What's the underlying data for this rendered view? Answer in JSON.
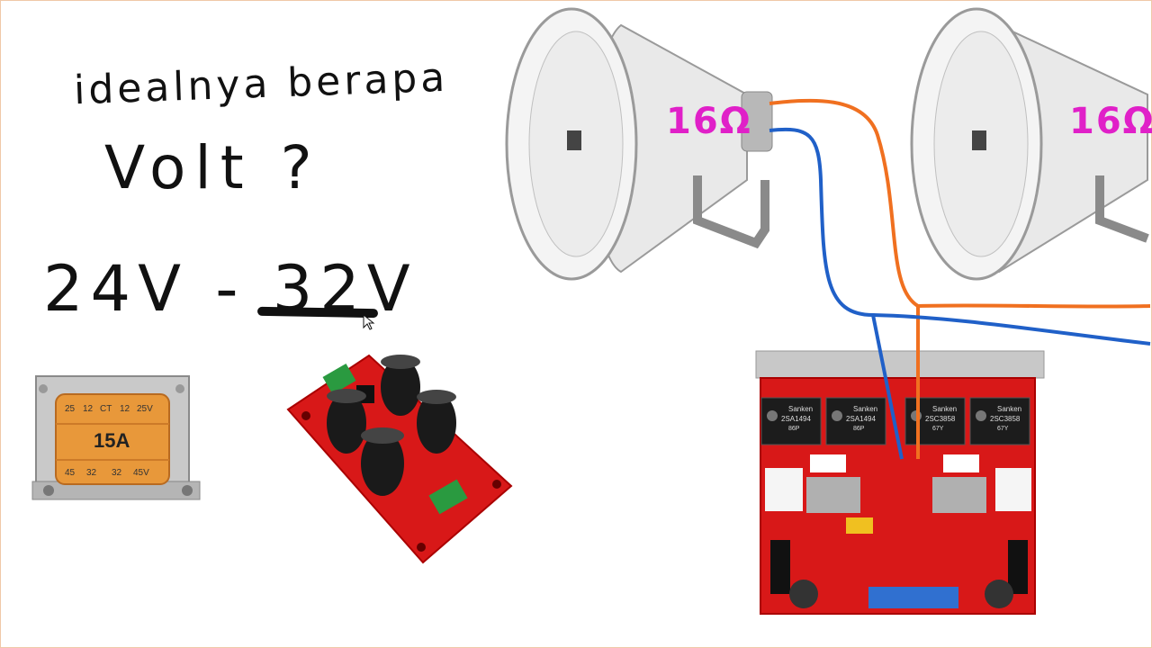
{
  "handwriting": {
    "line1": "idealnya berapa",
    "line2": "Volt ?",
    "line3": "24V  -  32V"
  },
  "transformer": {
    "labels_top": [
      "25",
      "12",
      "CT",
      "12",
      "25V"
    ],
    "rating": "15A",
    "labels_bottom": [
      "45",
      "32",
      "32",
      "45V"
    ]
  },
  "speakers": [
    {
      "impedance": "16Ω"
    },
    {
      "impedance": "16Ω"
    }
  ],
  "amplifier": {
    "transistors": [
      "2SA1494",
      "2SA1494",
      "2SC3858",
      "2SC3858"
    ],
    "transistor_codes": [
      "86P",
      "86P",
      "67Y",
      "67Y"
    ],
    "brand": "Sanken"
  },
  "colors": {
    "wire_orange": "#f07020",
    "wire_blue": "#2060c8",
    "impedance_text": "#e020c8",
    "pcb_red": "#d81818",
    "transformer_copper": "#e8983a"
  }
}
